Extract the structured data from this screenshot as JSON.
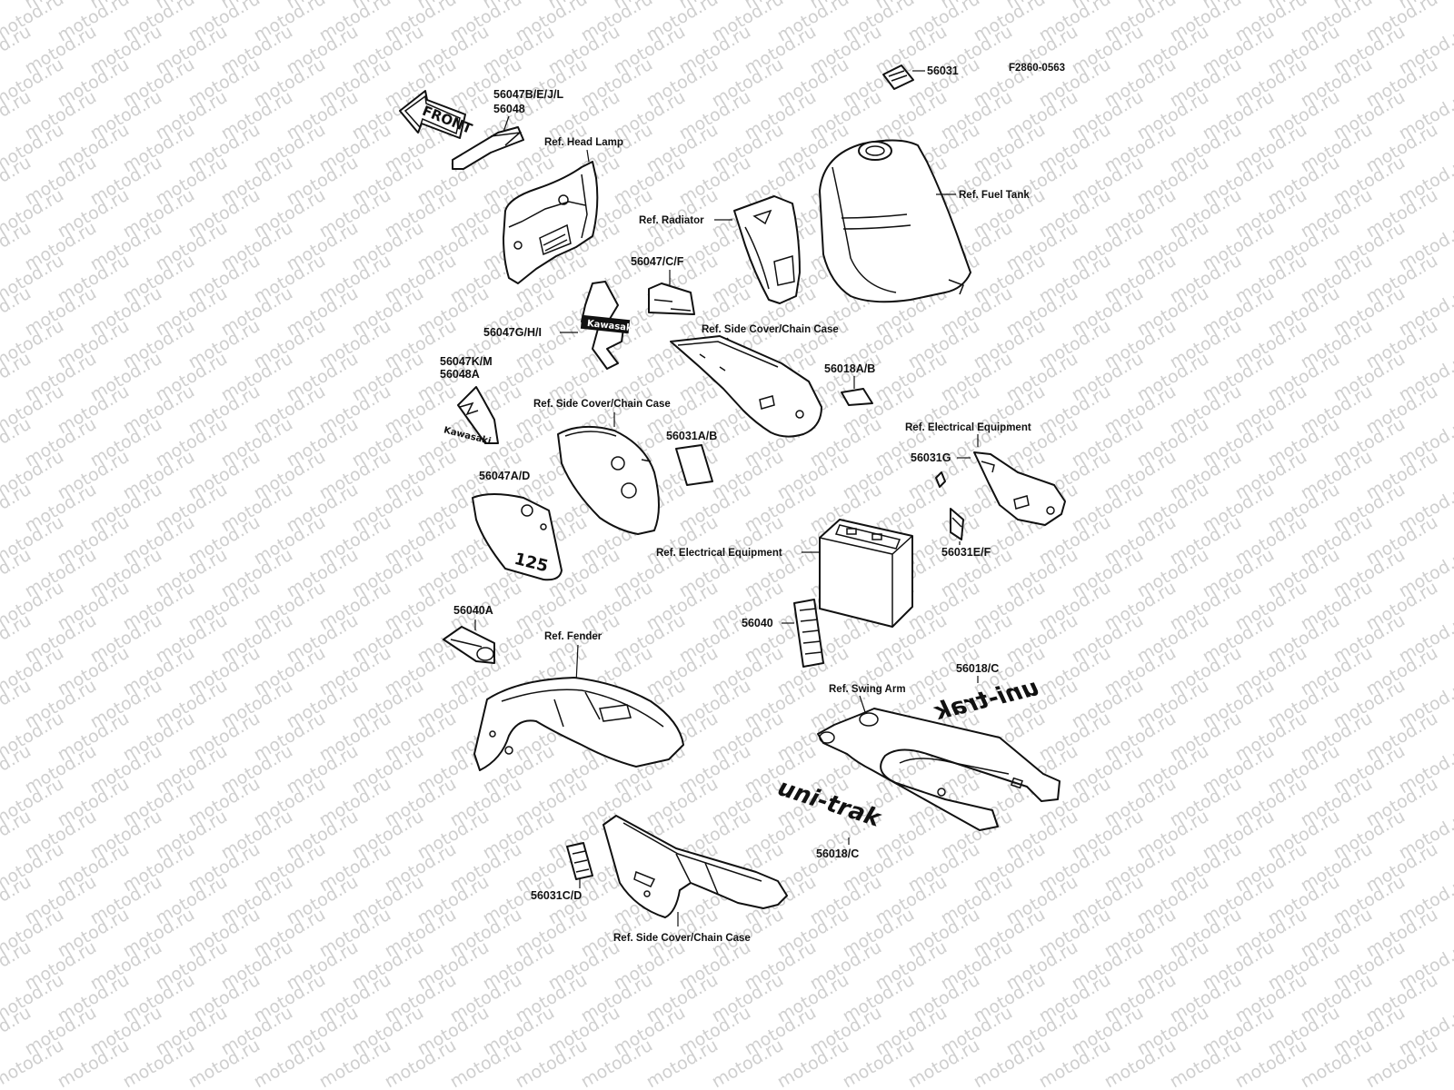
{
  "watermark": "motod.ru",
  "figure_code": "F2860-0563",
  "part_labels": {
    "p56031": "56031",
    "p56047b": "56047B/E/J/L",
    "p56048": "56048",
    "p56047c": "56047/C/F",
    "p56047g": "56047G/H/I",
    "p56047k": "56047K/M",
    "p56048a": "56048A",
    "p56018a": "56018A/B",
    "p56031a": "56031A/B",
    "p56031g": "56031G",
    "p56047a": "56047A/D",
    "p56031e": "56031E/F",
    "p56040": "56040",
    "p56040a": "56040A",
    "p56018c_top": "56018/C",
    "p56018c_bottom": "56018/C",
    "p56031c": "56031C/D"
  },
  "ref_labels": {
    "head_lamp": "Ref. Head Lamp",
    "radiator": "Ref. Radiator",
    "fuel_tank": "Ref. Fuel Tank",
    "side_cover_1": "Ref. Side Cover/Chain Case",
    "side_cover_2": "Ref. Side Cover/Chain Case",
    "side_cover_3": "Ref. Side Cover/Chain Case",
    "electrical_1": "Ref. Electrical Equipment",
    "electrical_2": "Ref. Electrical Equipment",
    "fender": "Ref. Fender",
    "swing_arm": "Ref. Swing Arm"
  },
  "decals": {
    "front": "FRONT",
    "kawasaki": "Kawasaki",
    "number": "125",
    "uni_trak": "uni-trak"
  }
}
